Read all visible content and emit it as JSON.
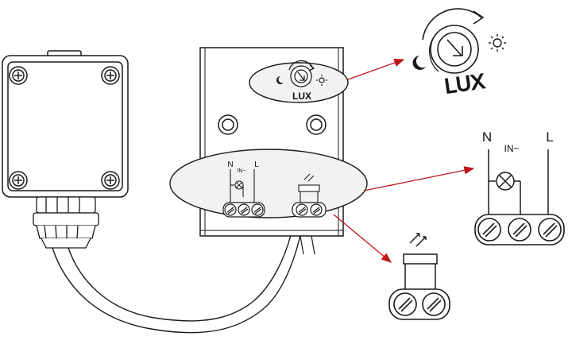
{
  "diagram": {
    "sensor_unit": {
      "knob_label": "LUX"
    },
    "terminal_panel": {
      "label_n": "N",
      "label_in": "IN~",
      "label_l": "L"
    },
    "zoom_knob": {
      "label": "LUX"
    },
    "zoom_terminals": {
      "label_n": "N",
      "label_in": "IN~",
      "label_l": "L"
    },
    "colors": {
      "line": "#1a1a1a",
      "arrow": "#c0141c",
      "callout_fill": "#f2f2f2"
    }
  }
}
